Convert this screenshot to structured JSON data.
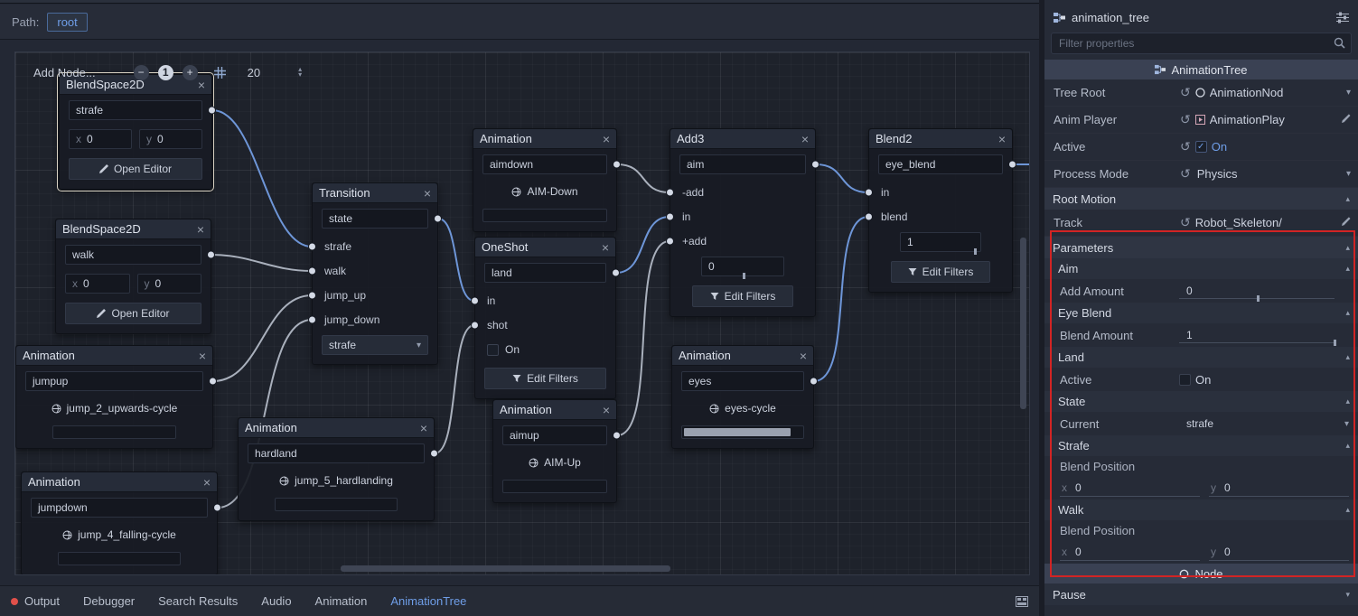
{
  "colors": {
    "accent_blue": "#6f9ee8",
    "annotation_red": "#d22424",
    "wire_active_blue": "#6e96d8",
    "wire_idle_gray": "#c2c9d6",
    "status_error_red": "#e0504a"
  },
  "icons": {
    "close": "×",
    "zoom_out": "−",
    "zoom_reset": "1",
    "zoom_in": "+",
    "revert": "↺",
    "check": "✓",
    "chevron_down": "▾",
    "chevron_up": "▴"
  },
  "path_bar": {
    "label": "Path:",
    "root": "root"
  },
  "graph_toolbar": {
    "add_node": "Add Node...",
    "snap_step": "20"
  },
  "nodes": {
    "bs_strafe": {
      "title": "BlendSpace2D",
      "value": "strafe",
      "x_label": "x",
      "x_value": "0",
      "y_label": "y",
      "y_value": "0",
      "button": "Open Editor"
    },
    "bs_walk": {
      "title": "BlendSpace2D",
      "value": "walk",
      "x_label": "x",
      "x_value": "0",
      "y_label": "y",
      "y_value": "0",
      "button": "Open Editor"
    },
    "transition": {
      "title": "Transition",
      "value": "state",
      "inputs": [
        "strafe",
        "walk",
        "jump_up",
        "jump_down"
      ],
      "selected": "strafe"
    },
    "anim_aimdown": {
      "title": "Animation",
      "value": "aimdown",
      "clip": "AIM-Down"
    },
    "oneshot": {
      "title": "OneShot",
      "value": "land",
      "inputs": [
        "in",
        "shot"
      ],
      "toggle": "On",
      "button": "Edit Filters"
    },
    "add3": {
      "title": "Add3",
      "value": "aim",
      "inputs": [
        "-add",
        "in",
        "+add"
      ],
      "amount": "0",
      "button": "Edit Filters"
    },
    "blend2": {
      "title": "Blend2",
      "value": "eye_blend",
      "inputs": [
        "in",
        "blend"
      ],
      "amount": "1",
      "button": "Edit Filters"
    },
    "anim_jumpup": {
      "title": "Animation",
      "value": "jumpup",
      "clip": "jump_2_upwards-cycle"
    },
    "anim_hardland": {
      "title": "Animation",
      "value": "hardland",
      "clip": "jump_5_hardlanding"
    },
    "anim_aimup": {
      "title": "Animation",
      "value": "aimup",
      "clip": "AIM-Up"
    },
    "anim_eyes": {
      "title": "Animation",
      "value": "eyes",
      "clip": "eyes-cycle"
    },
    "anim_jumpdown": {
      "title": "Animation",
      "value": "jumpdown",
      "clip": "jump_4_falling-cycle"
    }
  },
  "inspector": {
    "object_name": "animation_tree",
    "filter_placeholder": "Filter properties",
    "category": "AnimationTree",
    "tree_root": {
      "label": "Tree Root",
      "value": "AnimationNod"
    },
    "anim_player": {
      "label": "Anim Player",
      "value": "AnimationPlay"
    },
    "active": {
      "label": "Active",
      "value": "On"
    },
    "process_mode": {
      "label": "Process Mode",
      "value": "Physics"
    },
    "root_motion": {
      "label": "Root Motion"
    },
    "track": {
      "label": "Track",
      "value": "Robot_Skeleton/"
    },
    "parameters": {
      "label": "Parameters"
    },
    "aim": {
      "label": "Aim",
      "row_label": "Add Amount",
      "row_value": "0"
    },
    "eye_blend": {
      "label": "Eye Blend",
      "row_label": "Blend Amount",
      "row_value": "1"
    },
    "land": {
      "label": "Land",
      "row_label": "Active",
      "row_value": "On"
    },
    "state": {
      "label": "State",
      "row_label": "Current",
      "row_value": "strafe"
    },
    "strafe": {
      "label": "Strafe",
      "sub_label": "Blend Position",
      "x_label": "x",
      "x_value": "0",
      "y_label": "y",
      "y_value": "0"
    },
    "walk": {
      "label": "Walk",
      "sub_label": "Blend Position",
      "x_label": "x",
      "x_value": "0",
      "y_label": "y",
      "y_value": "0"
    },
    "node_category": "Node",
    "pause": {
      "label": "Pause"
    }
  },
  "bottom_bar": {
    "items": [
      "Output",
      "Debugger",
      "Search Results",
      "Audio",
      "Animation",
      "AnimationTree"
    ],
    "active_item": "AnimationTree"
  }
}
